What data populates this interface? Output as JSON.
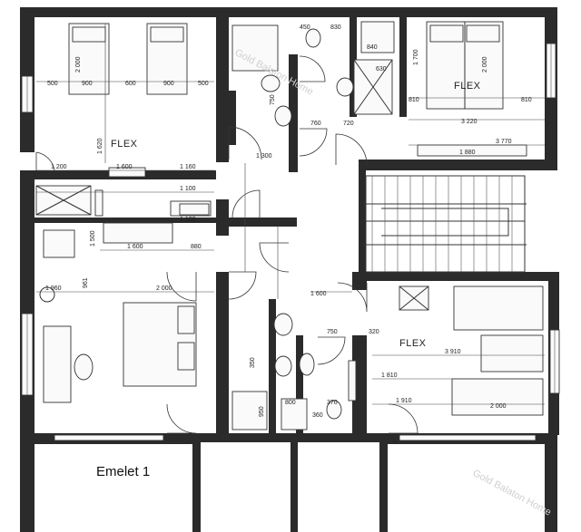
{
  "plan": {
    "title": "Emelet 1",
    "watermark": "Gold Balaton Home",
    "rooms": [
      {
        "id": "flex_top_left",
        "label": "FLEX"
      },
      {
        "id": "flex_top_right",
        "label": "FLEX"
      },
      {
        "id": "flex_bottom_right",
        "label": "FLEX"
      }
    ],
    "dimensions": {
      "d500a": "500",
      "d900a": "900",
      "d600": "600",
      "d900b": "900",
      "d500b": "500",
      "d2000a": "2 000",
      "d1620": "1 620",
      "d1200": "1 200",
      "d1600a": "1 600",
      "d1160": "1 160",
      "d1100a": "1 100",
      "d1100b": "1 100",
      "d1500": "1 500",
      "d1600b": "1 600",
      "d880": "880",
      "d1960": "1 960",
      "d2000b": "2 000",
      "d961": "961",
      "d450": "450",
      "d830": "830",
      "d840": "840",
      "d630": "630",
      "d750a": "750",
      "d760": "760",
      "d720": "720",
      "d1300": "1 300",
      "d1700": "1 700",
      "d2000c": "2 000",
      "d810a": "810",
      "d810b": "810",
      "d3220": "3 220",
      "d3770": "3 770",
      "d1880": "1 880",
      "d1600c": "1 600",
      "d750b": "750",
      "d320": "320",
      "d3910": "3 910",
      "d1810": "1 810",
      "d1910": "1 910",
      "d2000d": "2 000",
      "d800": "800",
      "d370": "370",
      "d360": "360",
      "d950": "950",
      "d350": "350"
    }
  }
}
